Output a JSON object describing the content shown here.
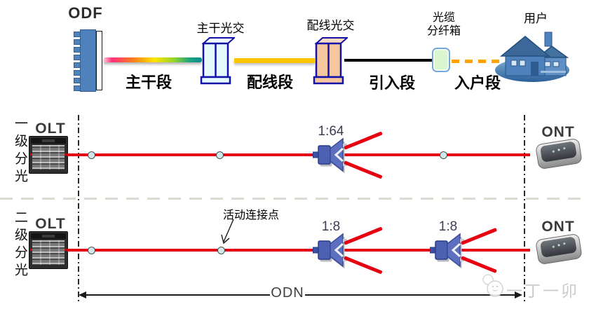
{
  "top_diagram": {
    "odf_label": "ODF",
    "trunk_cabinet_label": "主干光交",
    "distribution_cabinet_label": "配线光交",
    "fiber_box_label": "光缆\n分纤箱",
    "user_label": "用户",
    "segments": {
      "trunk": "主干段",
      "distribution": "配线段",
      "leadin": "引入段",
      "home": "入户段"
    }
  },
  "row1": {
    "side_label": "一级分光",
    "olt_label": "OLT",
    "splitter_label": "1:64",
    "ont_label": "ONT"
  },
  "row2": {
    "side_label": "二级分光",
    "olt_label": "OLT",
    "active_connection_label": "活动连接点",
    "splitter1_label": "1:8",
    "splitter2_label": "1:8",
    "ont_label": "ONT"
  },
  "footer": {
    "odn_label": "ODN",
    "watermark": "一丁一卯"
  },
  "colors": {
    "fiber_red": "#e60012",
    "distribution_yellow": "#ffc400",
    "leadin_black": "#000000",
    "home_orange": "#ffa400",
    "cabinet_navy": "#1212a8",
    "trunk_cabinet_fill": "#e4fafc",
    "distribution_cabinet_fill": "#f6c79f",
    "fiber_box_fill": "#d9f6d0",
    "device_blue": "#4f81bd",
    "connection_dot_fill": "#cfe9ea"
  }
}
